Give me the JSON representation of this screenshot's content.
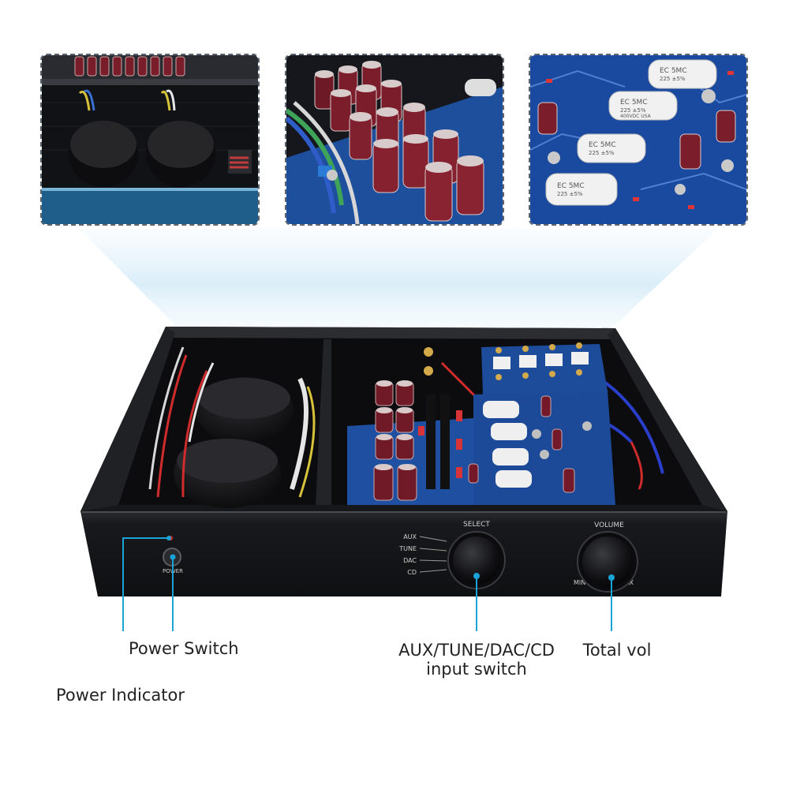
{
  "panel_labels": {
    "select": "SELECT",
    "volume": "VOLUME",
    "power": "POWER",
    "aux": "AUX",
    "tune": "TUNE",
    "dac": "DAC",
    "cd": "CD",
    "min": "MIN",
    "max": "AX"
  },
  "capacitor_labels": {
    "brand": "EC 5MC",
    "value": "225 ±5%",
    "voltage": "400VDC USA"
  },
  "callouts": {
    "power_switch": "Power Switch",
    "power_indicator": "Power Indicator",
    "input_switch_line1": "AUX/TUNE/DAC/CD",
    "input_switch_line2": "input switch",
    "total_vol": "Total vol"
  },
  "colors": {
    "callout_line": "#1aa3d6",
    "indicator_led": "#d42a2a",
    "pcb_blue": "#1f4fa0",
    "chassis_black": "#141416"
  }
}
